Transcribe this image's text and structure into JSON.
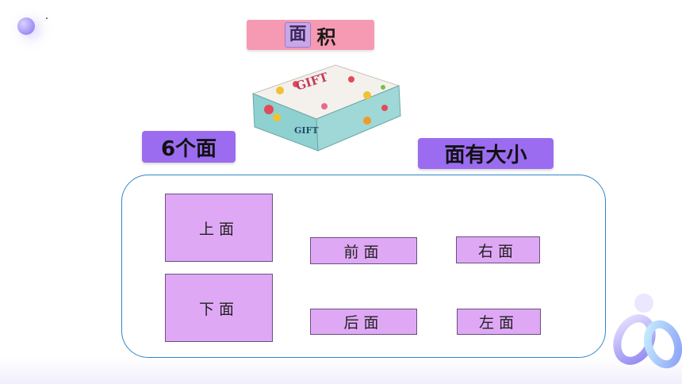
{
  "title": {
    "highlight_char": "面",
    "rest_chars": "积"
  },
  "giftbox": {
    "label": "GIFT"
  },
  "tags": {
    "six_faces": "6个面",
    "faces_have_size": "面有大小"
  },
  "faces": {
    "top": "上面",
    "bottom": "下面",
    "front": "前面",
    "back": "后面",
    "right": "右面",
    "left": "左面"
  },
  "colors": {
    "title_bar": "#f59ab2",
    "tag_purple": "#9b6cf0",
    "face_fill": "#dfa8f5",
    "panel_border": "#2f86c9"
  },
  "icons": {
    "decor": [
      "purple-blob-icon",
      "glass-rings-icon"
    ]
  }
}
